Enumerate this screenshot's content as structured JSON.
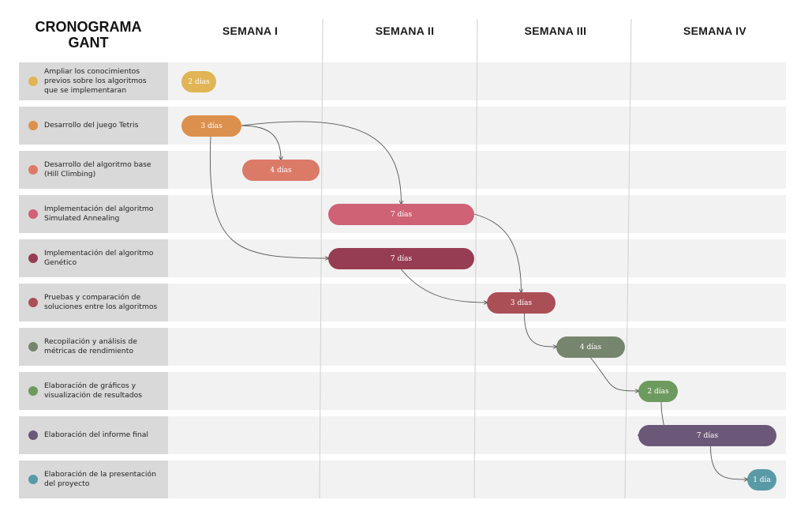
{
  "header": {
    "title_line1": "CRONOGRAMA",
    "title_line2": "GANT",
    "weeks": [
      "SEMANA I",
      "SEMANA II",
      "SEMANA III",
      "SEMANA IV"
    ]
  },
  "tasks": [
    {
      "label": "Ampliar los conocimientos previos sobre los algoritmos que se implementaran",
      "duration": "2 días",
      "color": "#e1b455"
    },
    {
      "label": "Desarrollo del juego Tetris",
      "duration": "3 días",
      "color": "#dc904d"
    },
    {
      "label": "Desarrollo del algoritmo base (Hill Climbing)",
      "duration": "4 días",
      "color": "#dc7a68"
    },
    {
      "label": "Implementación del algoritmo Simulated Annealing",
      "duration": "7 días",
      "color": "#cf6275"
    },
    {
      "label": "Implementación del algoritmo Genético",
      "duration": "7 días",
      "color": "#973d53"
    },
    {
      "label": "Pruebas y comparación de soluciones entre los algoritmos",
      "duration": "3 días",
      "color": "#ab4f57"
    },
    {
      "label": "Recopilación y análisis de métricas de rendimiento",
      "duration": "4 días",
      "color": "#76866e"
    },
    {
      "label": "Elaboración de gráficos y visualización de resultados",
      "duration": "2 días",
      "color": "#6d9a5f"
    },
    {
      "label": "Elaboración del informe final",
      "duration": "7 días",
      "color": "#6b5878"
    },
    {
      "label": "Elaboración de la presentación del proyecto",
      "duration": "1 día",
      "color": "#5a9aa6"
    }
  ],
  "dependencies": [
    [
      1,
      2
    ],
    [
      1,
      3
    ],
    [
      1,
      4
    ],
    [
      3,
      5
    ],
    [
      4,
      5
    ],
    [
      5,
      6
    ],
    [
      6,
      7
    ],
    [
      7,
      8
    ],
    [
      8,
      9
    ]
  ]
}
